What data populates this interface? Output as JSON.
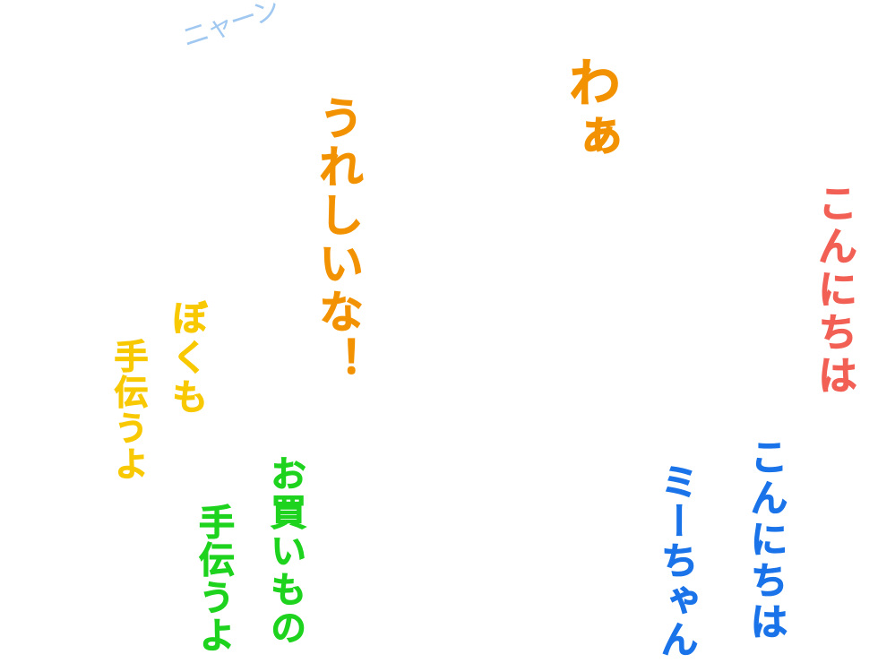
{
  "texts": {
    "wa": "わぁ",
    "ureshii": "うれしいな！",
    "nyan": "ニャーン",
    "konnichiwa_red": "こんにちは",
    "bokumo": "ぼくも",
    "tetsudau_yellow": "手伝うよ",
    "okaimono": "お買いもの",
    "tetsudau_green": "手伝うよ",
    "konnichiwa_blue": "こんにちは",
    "mii_chan": "ミーちゃん"
  },
  "colors": {
    "background": "#ffffff",
    "orange": "#f39200",
    "light_blue": "#a0c8f0",
    "red": "#f26055",
    "yellow": "#f8c800",
    "green": "#1ed31e",
    "blue": "#1a73e8"
  }
}
